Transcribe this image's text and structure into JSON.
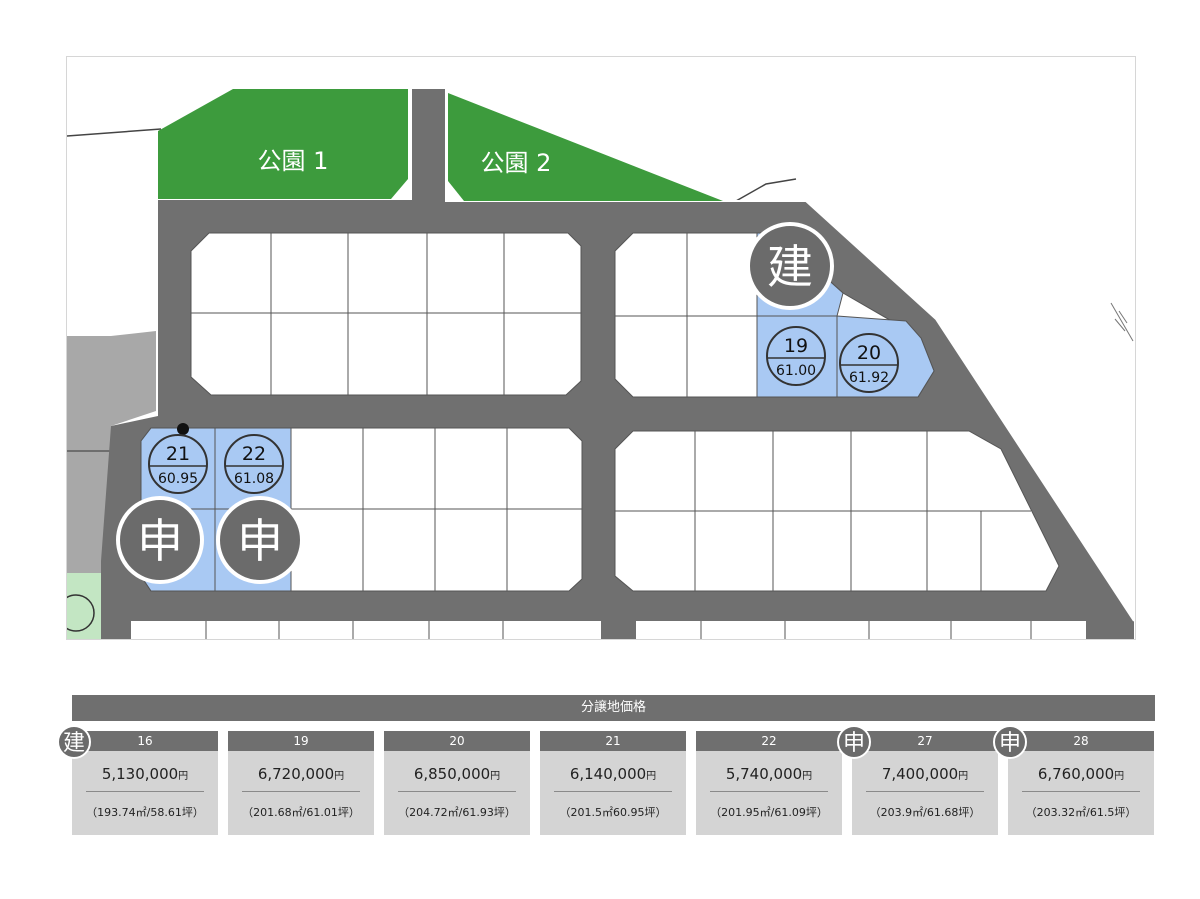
{
  "map": {
    "parks": [
      {
        "label": "公園 1"
      },
      {
        "label": "公園 2"
      }
    ],
    "highlighted_lots": [
      {
        "number": "19",
        "area": "61.00"
      },
      {
        "number": "20",
        "area": "61.92"
      },
      {
        "number": "21",
        "area": "60.95"
      },
      {
        "number": "22",
        "area": "61.08"
      }
    ],
    "badges": [
      {
        "label": "建"
      },
      {
        "label": "申"
      },
      {
        "label": "申"
      }
    ],
    "colors": {
      "road": "#707070",
      "park": "#3d9b3d",
      "highlight": "#a9c9f3",
      "badge": "#6b6b6b",
      "neighbor": "#a8a8a8",
      "green_edge": "#c3e6c3"
    }
  },
  "price_table": {
    "title": "分譲地価格",
    "lots": [
      {
        "number": "16",
        "price": "5,130,000",
        "yen": "円",
        "area": "（193.74㎡/58.61坪）",
        "badge": "建"
      },
      {
        "number": "19",
        "price": "6,720,000",
        "yen": "円",
        "area": "（201.68㎡/61.01坪）",
        "badge": ""
      },
      {
        "number": "20",
        "price": "6,850,000",
        "yen": "円",
        "area": "（204.72㎡/61.93坪）",
        "badge": ""
      },
      {
        "number": "21",
        "price": "6,140,000",
        "yen": "円",
        "area": "（201.5㎡60.95坪）",
        "badge": ""
      },
      {
        "number": "22",
        "price": "5,740,000",
        "yen": "円",
        "area": "（201.95㎡/61.09坪）",
        "badge": ""
      },
      {
        "number": "27",
        "price": "7,400,000",
        "yen": "円",
        "area": "（203.9㎡/61.68坪）",
        "badge": "申"
      },
      {
        "number": "28",
        "price": "6,760,000",
        "yen": "円",
        "area": "（203.32㎡/61.5坪）",
        "badge": "申"
      }
    ]
  }
}
